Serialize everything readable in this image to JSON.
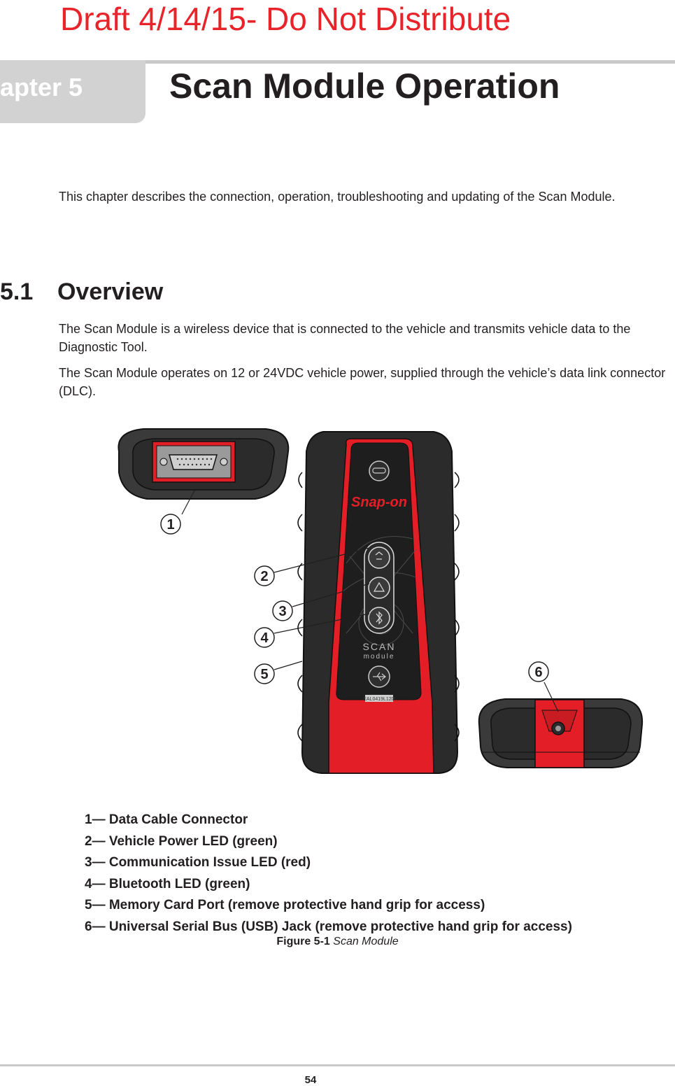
{
  "watermark": "Draft 4/14/15- Do Not Distribute",
  "chapter": {
    "label": "apter 5",
    "title": "Scan Module Operation"
  },
  "intro": "This chapter describes the connection, operation, troubleshooting and updating of the Scan Module.",
  "section": {
    "number": "5.1",
    "title": "Overview",
    "paragraphs": [
      "The Scan Module is a wireless device that is connected to the vehicle and transmits vehicle data to the Diagnostic Tool.",
      "The Scan Module operates on 12 or 24VDC vehicle power, supplied through the vehicle’s data link connector (DLC)."
    ]
  },
  "figure": {
    "callouts": [
      "1",
      "2",
      "3",
      "4",
      "5",
      "6"
    ],
    "device_brand": "Snap-on",
    "device_name": "SCAN",
    "device_subname": "module",
    "serial": "EAL0419L12D",
    "legend": [
      "1— Data Cable Connector",
      "2— Vehicle Power LED (green)",
      "3— Communication Issue LED (red)",
      "4— Bluetooth LED (green)",
      "5— Memory Card Port (remove protective hand grip for access)",
      "6— Universal Serial Bus (USB) Jack (remove protective hand grip for access)"
    ],
    "caption_label": "Figure 5-1",
    "caption_text": "Scan Module"
  },
  "colors": {
    "watermark": "#e8232a",
    "device_red": "#e41e26",
    "device_body": "#2b2b2b"
  },
  "page_number": "54"
}
